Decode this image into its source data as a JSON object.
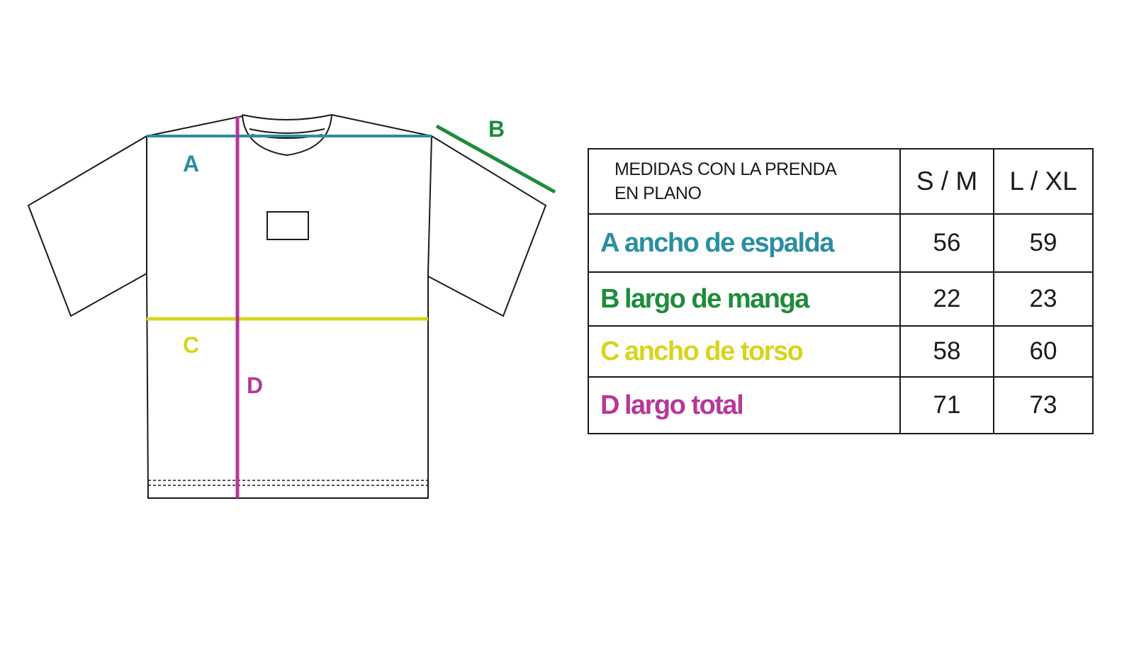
{
  "colors": {
    "a": "#2a8fa0",
    "b": "#1e8c3a",
    "c": "#d8d41e",
    "d": "#b7379a",
    "outline": "#1a1a1a"
  },
  "diagram": {
    "labels": {
      "a": "A",
      "b": "B",
      "c": "C",
      "d": "D"
    }
  },
  "table": {
    "header": {
      "description": "MEDIDAS CON LA PRENDA\nEN PLANO",
      "sizes": [
        "S / M",
        "L / XL"
      ]
    },
    "rows": [
      {
        "letter": "A",
        "label": "ancho de espalda",
        "values": [
          "56",
          "59"
        ]
      },
      {
        "letter": "B",
        "label": "largo de manga",
        "values": [
          "22",
          "23"
        ]
      },
      {
        "letter": "C",
        "label": "ancho de torso",
        "values": [
          "58",
          "60"
        ]
      },
      {
        "letter": "D",
        "label": "largo total",
        "values": [
          "71",
          "73"
        ]
      }
    ]
  }
}
